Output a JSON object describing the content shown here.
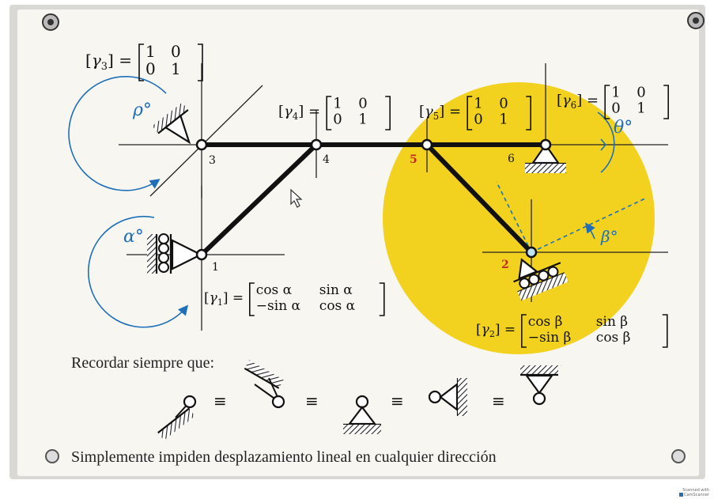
{
  "matrices": {
    "gamma3": {
      "name": "γ",
      "sub": "3",
      "rows": [
        [
          "1",
          "0"
        ],
        [
          "0",
          "1"
        ]
      ]
    },
    "gamma4": {
      "name": "γ",
      "sub": "4",
      "rows": [
        [
          "1",
          "0"
        ],
        [
          "0",
          "1"
        ]
      ]
    },
    "gamma5": {
      "name": "γ",
      "sub": "5",
      "rows": [
        [
          "1",
          "0"
        ],
        [
          "0",
          "1"
        ]
      ]
    },
    "gamma6": {
      "name": "γ",
      "sub": "6",
      "rows": [
        [
          "1",
          "0"
        ],
        [
          "0",
          "1"
        ]
      ]
    },
    "gamma1": {
      "name": "γ",
      "sub": "1",
      "rows": [
        [
          "cos α",
          "sin α"
        ],
        [
          "−sin α",
          "cos α"
        ]
      ]
    },
    "gamma2": {
      "name": "γ",
      "sub": "2",
      "rows": [
        [
          "cos β",
          "sin β"
        ],
        [
          "−sin β",
          "cos β"
        ]
      ]
    }
  },
  "nodes": {
    "n1": "1",
    "n2": "2",
    "n3": "3",
    "n4": "4",
    "n5": "5",
    "n6": "6"
  },
  "angles": {
    "rho": "ρ°",
    "alpha": "α°",
    "beta": "β°",
    "theta": "θ°"
  },
  "equivalence_symbol": "≡",
  "caption": {
    "reminder": "Recordar siempre que:",
    "conclusion": "Simplemente impiden desplazamiento lineal en cualquier dirección"
  },
  "watermark": {
    "line1": "Scanned with",
    "line2": "CamScanner"
  },
  "colors": {
    "circle": "#f2d21e",
    "accent_blue": "#1f6fb8",
    "node_red": "#c62828",
    "board": "#f7f6f1",
    "frame": "#d9d8d4"
  }
}
